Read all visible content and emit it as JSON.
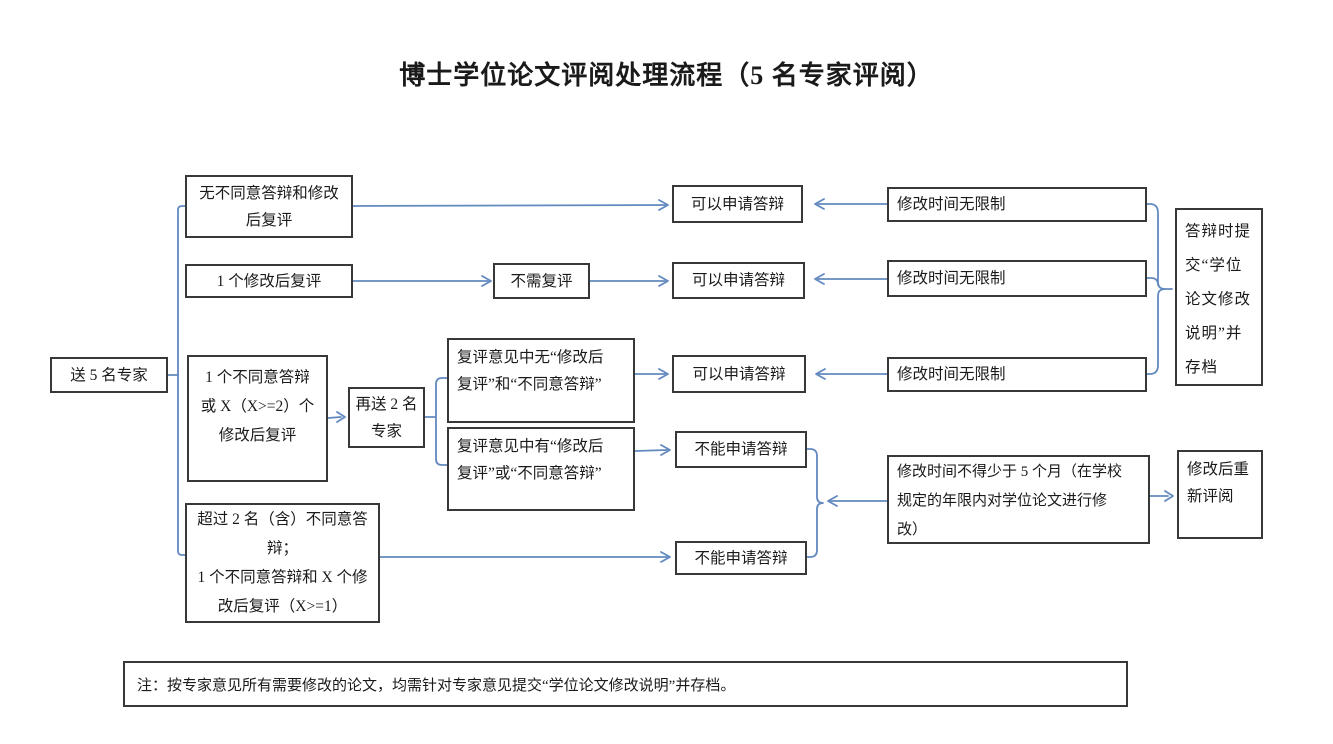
{
  "title": "博士学位论文评阅处理流程（5 名专家评阅）",
  "nodes": {
    "send5": {
      "label": "送 5 名专家"
    },
    "branch1": {
      "label": "无不同意答辩和修改\n后复评"
    },
    "branch2": {
      "label": "1 个修改后复评"
    },
    "branch3": {
      "label": "1 个不同意答辩\n或 X（X>=2）个\n修改后复评"
    },
    "branch4": {
      "label": "超过 2 名（含）不同意答\n辩；\n1 个不同意答辩和 X 个修\n改后复评（X>=1）"
    },
    "resend2": {
      "label": "再送 2 名\n专家"
    },
    "noNeed": {
      "label": "不需复评"
    },
    "reviewNone": {
      "label": "复评意见中无“修改后\n复评”和“不同意答辩”"
    },
    "reviewHas": {
      "label": "复评意见中有“修改后\n复评”或“不同意答辩”"
    },
    "canApply1": {
      "label": "可以申请答辩"
    },
    "canApply2": {
      "label": "可以申请答辩"
    },
    "canApply3": {
      "label": "可以申请答辩"
    },
    "cannotApply1": {
      "label": "不能申请答辩"
    },
    "cannotApply2": {
      "label": "不能申请答辩"
    },
    "noLimit1": {
      "label": "修改时间无限制"
    },
    "noLimit2": {
      "label": "修改时间无限制"
    },
    "noLimit3": {
      "label": "修改时间无限制"
    },
    "archive": {
      "label": "答辩时提\n交“学位\n论文修改\n说明”并\n存档"
    },
    "fiveMonths": {
      "label": "修改时间不得少于 5 个月（在学校\n规定的年限内对学位论文进行修\n改）"
    },
    "reReview": {
      "label": "修改后重\n新评阅"
    }
  },
  "footnote": "注：按专家意见所有需要修改的论文，均需针对专家意见提交“学位论文修改说明”并存档。",
  "colors": {
    "connector": "#6389bf",
    "border": "#383838",
    "text": "#1a1a1a",
    "background": "#ffffff"
  }
}
